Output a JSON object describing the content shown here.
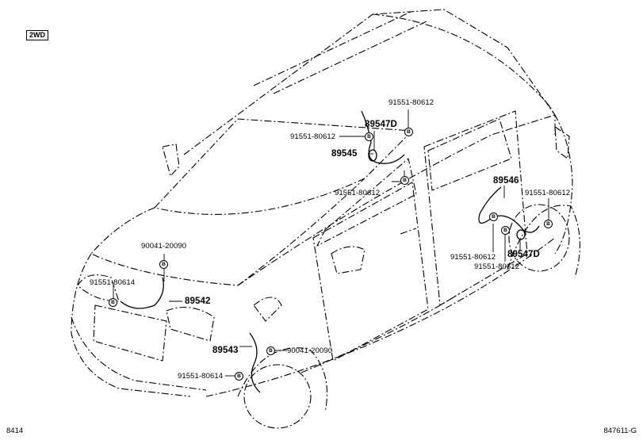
{
  "badge": "2WD",
  "footer": {
    "left": "8414",
    "right": "847611-G"
  },
  "parts": {
    "p1": "91551-80612",
    "p2": "91551-80612",
    "p3": "89547D",
    "p4": "89545",
    "p5": "91551-80612",
    "p6": "89546",
    "p7": "91551-80612",
    "p8": "91551-80612",
    "p9": "89547D",
    "p10": "91551-80612",
    "p11": "90041-20090",
    "p12": "91551-80614",
    "p13": "89542",
    "p14": "89543",
    "p15": "90041-20090",
    "p16": "91551-80614"
  },
  "marker_letter": "B"
}
